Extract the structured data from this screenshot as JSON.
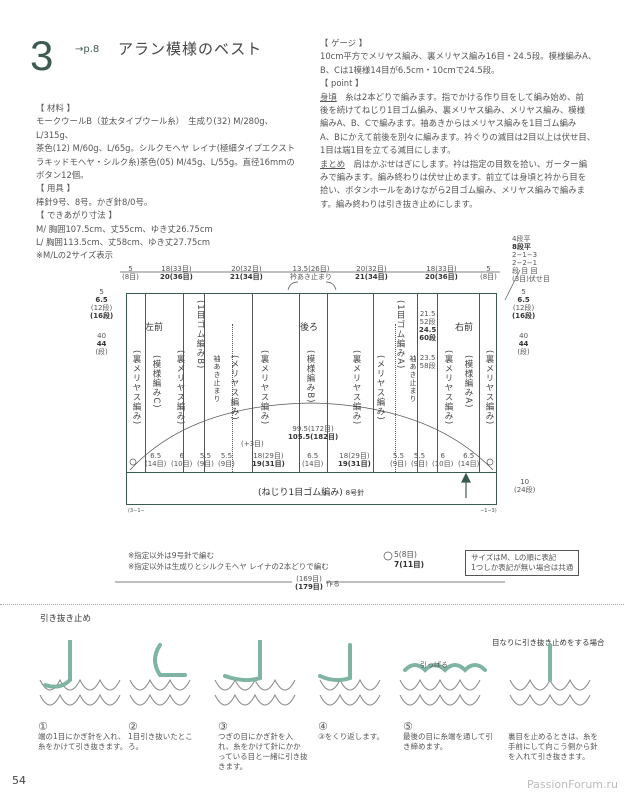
{
  "header": {
    "number": "3",
    "ref": "→p.8",
    "title": "アラン模様のベスト"
  },
  "materials": {
    "heading": "【 材料 】",
    "lines": [
      "モークウールB（並太タイプウール糸）　生成り(32) M/280g、L/315g、",
      "茶色(12) M/60g、L/65g。シルクモヘヤ レイナ(極細タイプエクスト",
      "ラキッドモヘヤ・シルク糸)茶色(05) M/45g、L/55g。直径16mmの",
      "ボタン12個。"
    ]
  },
  "tools": {
    "heading": "【 用具 】",
    "lines": [
      "棒針9号、8号。かぎ針8/0号。"
    ]
  },
  "size": {
    "heading": "【 できあがり寸法 】",
    "lines": [
      "M/ 胸囲107.5cm、丈55cm、ゆき丈26.75cm",
      "L/ 胸囲113.5cm、丈58cm、ゆき丈27.75cm",
      "※M/Lの2サイズ表示"
    ]
  },
  "gauge": {
    "heading": "【 ゲージ 】",
    "lines": [
      "10cm平方でメリヤス編み、裏メリヤス編み16目・24.5段。模様編みA、",
      "B、Cは1模様14目が6.5cm・10cmで24.5段。"
    ]
  },
  "point": {
    "heading": "【 point 】",
    "body_label": "身頃",
    "body": [
      "　糸は2本どりで編みます。指でかける作り目をして編み始め、前",
      "後を続けてねじり1目ゴム編み、裏メリヤス編み、メリヤス編み、模様",
      "編みA、B、Cで編みます。袖あきからはメリヤス編みを1目ゴム編み",
      "A、Bにかえて前後を別々に編みます。衿ぐりの減目は2目以上は伏せ目、",
      "1目は端1目を立てる減目にします。"
    ],
    "finish_label": "まとめ",
    "finish": [
      "　肩はかぶせはぎにします。衿は指定の目数を拾い、ガーター編",
      "みで編みます。編み終わりは伏せ止めます。前立ては身頃と衿から目を",
      "拾い、ボタンホールをあけながら2目ゴム編み、メリヤス編みで編みま",
      "す。編み終わりは引き抜き止めにします。"
    ]
  },
  "diagram": {
    "top": [
      {
        "a": "5",
        "b": "(8目)"
      },
      {
        "a": "18(33目)",
        "b": "20(36目)"
      },
      {
        "a": "20(32目)",
        "b": "21(34目)"
      },
      {
        "a": "13.5(26目)",
        "b": "衿あき止まり"
      },
      {
        "a": "20(32目)",
        "b": "21(34目)"
      },
      {
        "a": "18(33目)",
        "b": "20(36目)"
      },
      {
        "a": "5",
        "b": "(8目)"
      }
    ],
    "left_side": [
      "5",
      "6.5",
      "(12段)",
      "(16段)",
      "40",
      "44",
      "(段)"
    ],
    "right_side": [
      "5",
      "6.5",
      "(12段)",
      "(16段)",
      "40",
      "44",
      "(段)"
    ],
    "dec": [
      "4段平",
      "8段平",
      "2−1−3",
      "2−2−1",
      "段 目 回",
      "(3目)伏せ目"
    ],
    "right_armhole": [
      "21.5",
      "52段",
      "24.5",
      "60段",
      "23.5",
      "58段"
    ],
    "labels": {
      "left_front": "左前",
      "back": "後ろ",
      "right_front": "右前",
      "sleeve_stop": "袖あき止まり"
    },
    "columns": [
      "(裏メリヤス編み)",
      "(模様編みC)",
      "(裏メリヤス編み)",
      "(1目ゴム編みB)",
      "(メリヤス編み)",
      "(裏メリヤス編み)",
      "(模様編みB)",
      "(裏メリヤス編み)",
      "(メリヤス編み)",
      "(1目ゴム編みA)",
      "(裏メリヤス編み)",
      "(模様編みA)",
      "(裏メリヤス編み)"
    ],
    "chest": {
      "a": "99.5(172目)",
      "b": "105.5(182目)"
    },
    "plus": "(+3目)",
    "bottom": [
      {
        "a": "6.5",
        "b": "(14目)"
      },
      {
        "a": "6",
        "b": "(10目)"
      },
      {
        "a": "5.5",
        "b": "(9目)"
      },
      {
        "a": "5.5",
        "b": "(9目)"
      },
      {
        "a": "18(29目)",
        "b": "19(31目)"
      },
      {
        "a": "6.5",
        "b": "(14目)"
      },
      {
        "a": "18(29目)",
        "b": "19(31目)"
      },
      {
        "a": "5.5",
        "b": "(9目)"
      },
      {
        "a": "5.5",
        "b": "(9目)"
      },
      {
        "a": "6",
        "b": "(10目)"
      },
      {
        "a": "6.5",
        "b": "(14目)"
      }
    ],
    "ribbing": "(ねじり1目ゴム編み)",
    "ribbing_needle": "8号針",
    "rib_height": [
      "10",
      "(24段)"
    ],
    "cast_on": {
      "a": "(169目)",
      "b": "(179目)",
      "c": "作る"
    },
    "corner_l": "(3−1−",
    "corner_r": "−1−3)"
  },
  "notes": [
    "※指定以外は9号針で編む",
    "※指定以外は生成りとシルクモヘヤ レイナの2本どりで編む"
  ],
  "buttonhole": {
    "a": "5(8目)",
    "b": "7(11目)"
  },
  "size_box": [
    "サイズはM、Lの順に表記",
    "1つしか表記が無い場合は共通"
  ],
  "bindoff": {
    "heading": "引き抜き止め",
    "purl_heading": "目なりに引き抜き止めをする場合",
    "steps": [
      {
        "n": "①",
        "t": "端の1目にかぎ針を入れ、糸をかけて引き抜きます。"
      },
      {
        "n": "②",
        "t": "1目引き抜いたところ。"
      },
      {
        "n": "③",
        "t": "つぎの目にかぎ針を入れ、糸をかけて針にかかっている目と一緒に引き抜きます。"
      },
      {
        "n": "④",
        "t": "③をくり返します。"
      },
      {
        "n": "⑤",
        "t": "最後の目に糸端を通して引き締めます。"
      }
    ],
    "pull": "引っぱる",
    "purl_note": "裏目を止めるときは、糸を手前にして向こう側から針を入れて引き抜きます。"
  },
  "page_number": "54",
  "watermark": "PassionForum.ru",
  "colors": {
    "accent": "#3d5a52",
    "yarn": "#7fb3a3"
  }
}
